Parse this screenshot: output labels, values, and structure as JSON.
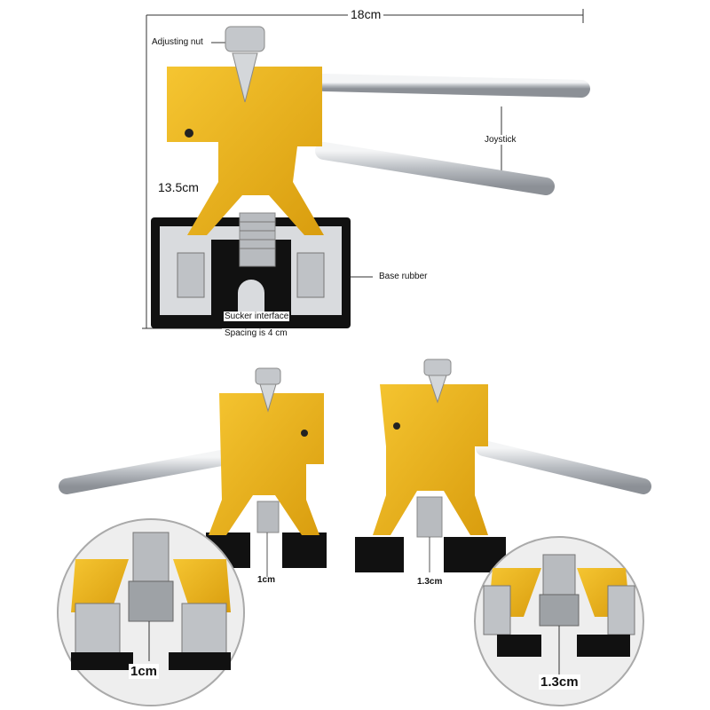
{
  "colors": {
    "body_yellow": "#e8b21a",
    "steel": "#c9ccd0",
    "rubber": "#111111",
    "line": "#333333"
  },
  "top_diagram": {
    "width_label": "18cm",
    "height_label": "13.5cm",
    "adjusting_nut_label": "Adjusting nut",
    "joystick_label": "Joystick",
    "base_rubber_label": "Base rubber",
    "sucker_interface_label": "Sucker interface",
    "spacing_label": "Spacing is 4 cm"
  },
  "bottom_left": {
    "gap_label": "1cm",
    "zoom_gap_label": "1cm"
  },
  "bottom_right": {
    "gap_label": "1.3cm",
    "zoom_gap_label": "1.3cm"
  }
}
